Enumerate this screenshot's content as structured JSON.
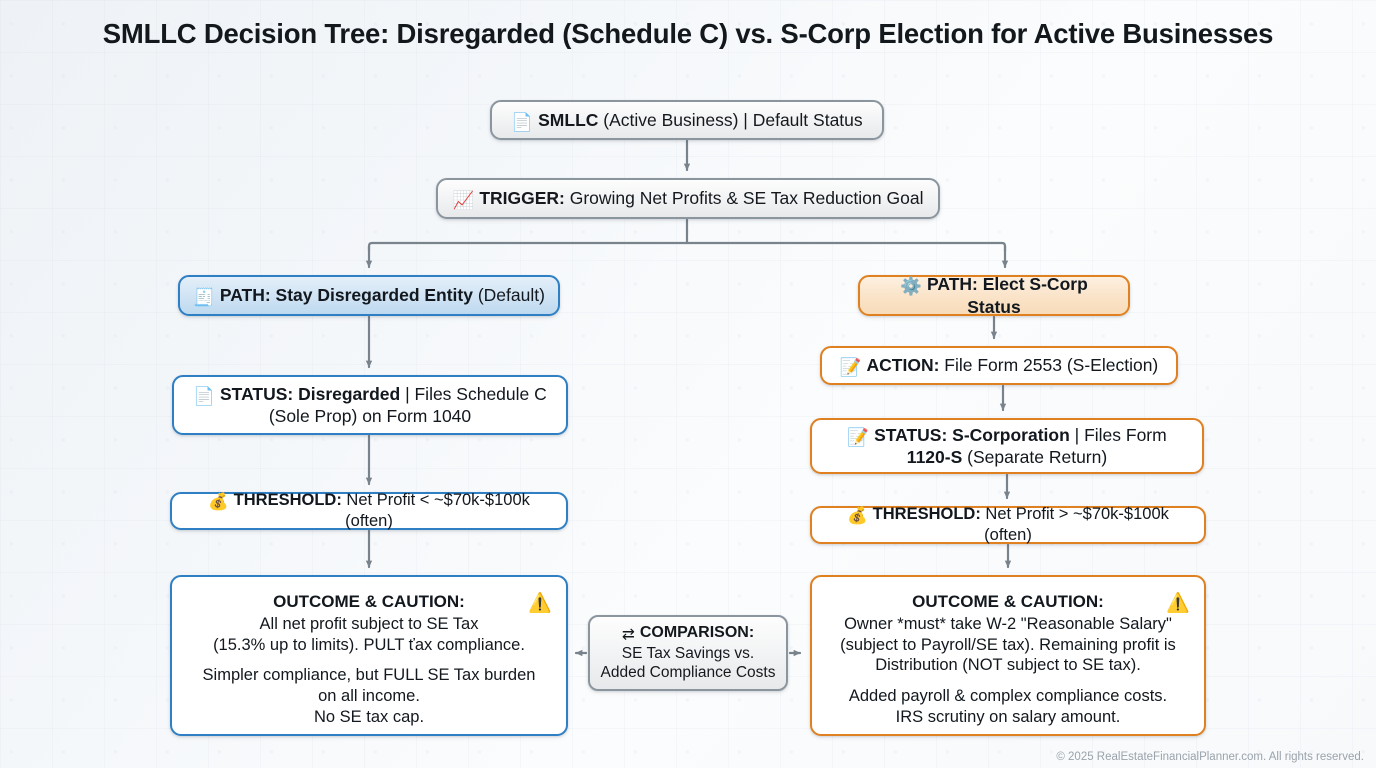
{
  "title": "SMLLC Decision Tree: Disregarded (Schedule C) vs. S-Corp Election for Active Businesses",
  "footer": "© 2025 RealEstateFinancialPlanner.com. All rights reserved.",
  "colors": {
    "blue_accent": "#2f7fc4",
    "orange_accent": "#df8021",
    "gray_accent": "#8b959e",
    "warning_yellow": "#f4bd30",
    "background": "#f4f7fa"
  },
  "nodes": {
    "root": {
      "icon": "document-icon",
      "glyph": "📄",
      "label_bold": "SMLLC",
      "label_rest": " (Active Business) | Default Status"
    },
    "trigger": {
      "icon": "chart-increasing-icon",
      "glyph": "📈",
      "label_bold": "TRIGGER:",
      "label_rest": " Growing Net Profits & SE Tax Reduction Goal"
    },
    "path_left": {
      "icon": "receipt-icon",
      "glyph": "🧾",
      "label_bold": "PATH: Stay Disregarded Entity",
      "label_rest": " (Default)"
    },
    "status_left": {
      "icon": "page-with-text-icon",
      "glyph": "📄",
      "label_bold": "STATUS: Disregarded",
      "label_rest": " | Files Schedule C",
      "line2": "(Sole Prop) on Form 1040"
    },
    "threshold_left": {
      "icon": "money-bag-icon",
      "glyph": "💰",
      "label_bold": "THRESHOLD:",
      "label_rest": " Net Profit < ~$70k-$100k (often)"
    },
    "outcome_left": {
      "heading": "OUTCOME & CAUTION:",
      "warn_icon": "warning-triangle-icon",
      "warn_glyph": "⚠",
      "para1_line1": "All net profit subject to SE Tax",
      "para1_line2": "(15.3% up to limits). PULT ťax compliance.",
      "para2_line1": "Simpler compliance, but FULL SE Tax burden",
      "para2_line2": "on all income.",
      "para2_line3": "No SE tax cap."
    },
    "path_right": {
      "icon": "gears-icon",
      "glyph": "⚙",
      "label_bold": "PATH: Elect S-Corp Status",
      "label_rest": ""
    },
    "action_right": {
      "icon": "memo-pencil-icon",
      "glyph": "📝",
      "label_bold": "ACTION:",
      "label_rest": " File Form 2553 (S-Election)"
    },
    "status_right": {
      "icon": "memo-pencil-icon",
      "glyph": "📝",
      "label_bold": "STATUS: S-Corporation",
      "label_rest": " | Files Form",
      "line2_bold": "1120-S",
      "line2_rest": " (Separate Return)"
    },
    "threshold_right": {
      "icon": "money-bag-icon",
      "glyph": "💰",
      "label_bold": "THRESHOLD:",
      "label_rest": " Net Profit > ~$70k-$100k (often)"
    },
    "outcome_right": {
      "heading": "OUTCOME & CAUTION:",
      "warn_icon": "warning-triangle-icon",
      "warn_glyph": "⚠",
      "para1_line1": "Owner *must* take W-2 \"Reasonable Salary\"",
      "para1_line2": "(subject to Payroll/SE tax). Remaining profit is",
      "para1_line3": "Distribution (NOT subject to SE tax).",
      "para2_line1": "Added payroll & complex compliance costs.",
      "para2_line2": "IRS scrutiny on salary amount."
    },
    "comparison": {
      "icon": "bidirectional-arrows-icon",
      "glyph": "⇄",
      "heading": "COMPARISON:",
      "line2": "SE Tax Savings vs.",
      "line3": "Added Compliance Costs"
    }
  }
}
